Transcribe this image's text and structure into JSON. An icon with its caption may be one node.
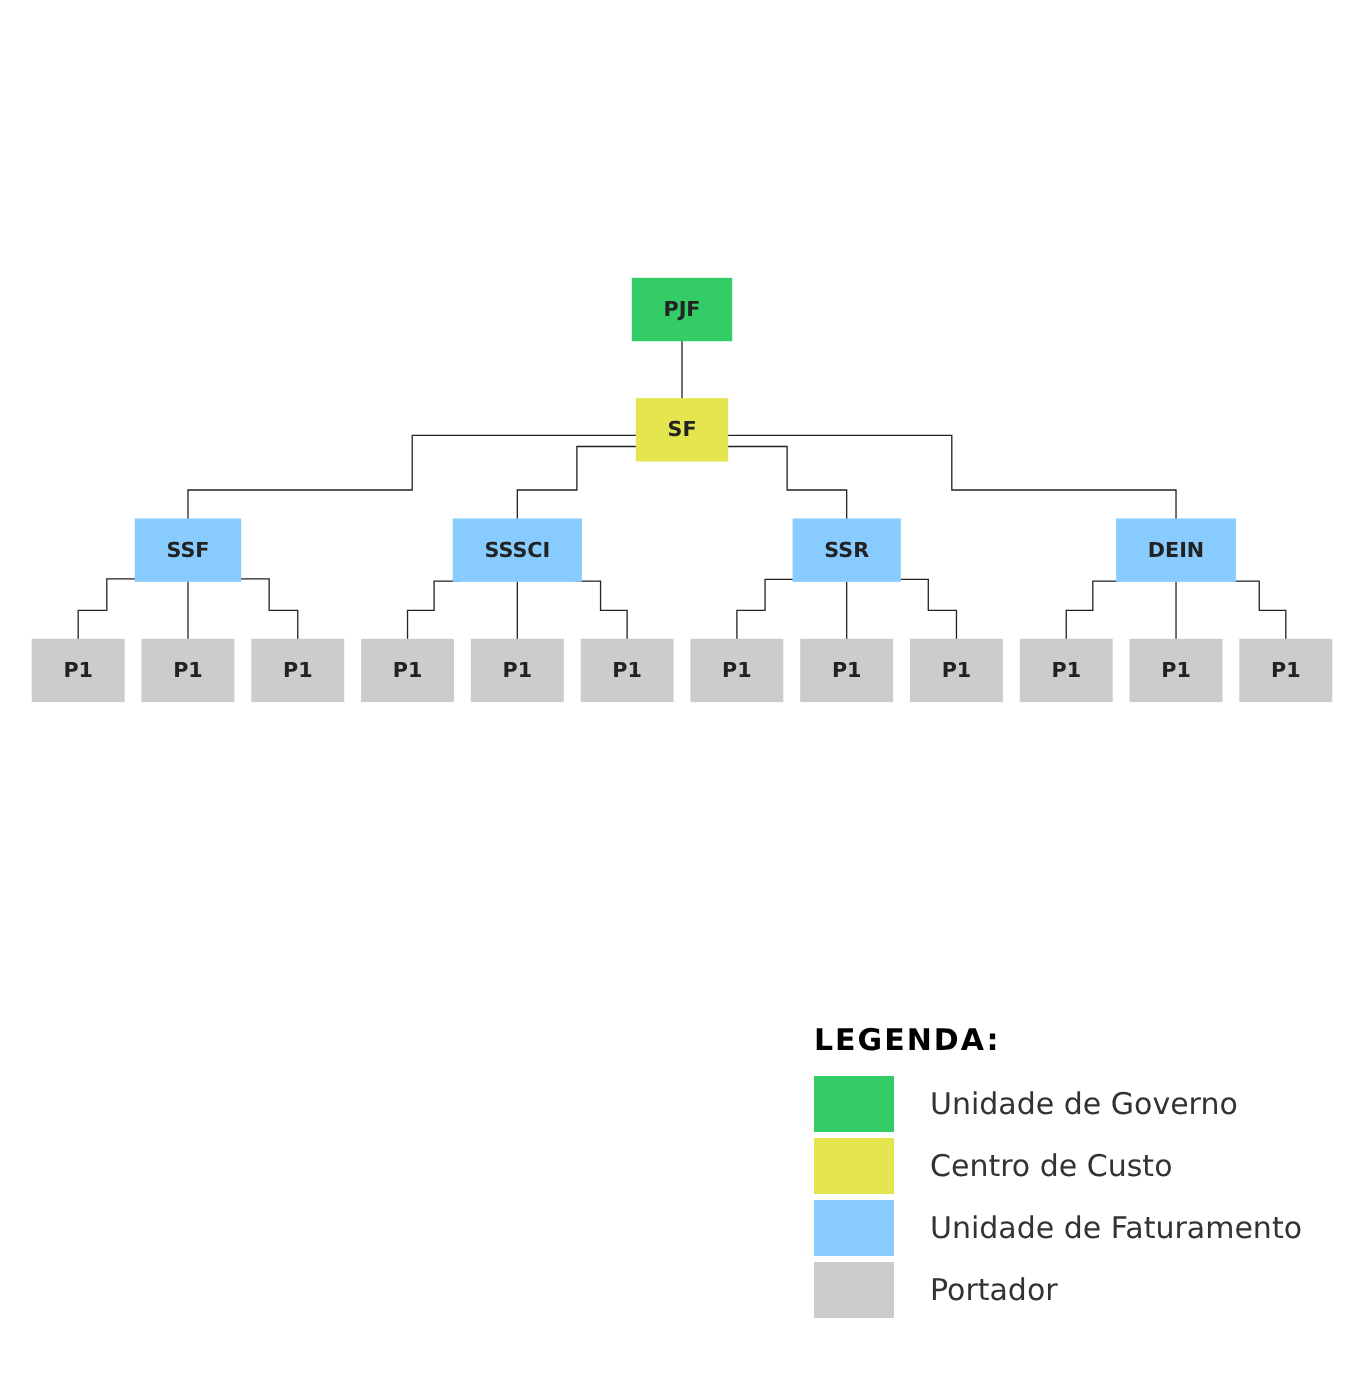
{
  "diagram": {
    "nodes": [
      {
        "text": [
          "PJF"
        ]
      },
      {
        "text": [
          "SF"
        ]
      },
      {
        "text": [
          "SSF"
        ]
      },
      {
        "text": [
          "SSSCI"
        ]
      },
      {
        "text": [
          "SSR"
        ]
      },
      {
        "text": [
          "DEIN"
        ]
      },
      {
        "text": [
          "P1"
        ]
      },
      {
        "text": [
          "P1"
        ]
      },
      {
        "text": [
          "P1"
        ]
      },
      {
        "text": [
          "P1"
        ]
      },
      {
        "text": [
          "P1"
        ]
      },
      {
        "text": [
          "P1"
        ]
      },
      {
        "text": [
          "P1"
        ]
      },
      {
        "text": [
          "P1"
        ]
      },
      {
        "text": [
          "P1"
        ]
      },
      {
        "text": [
          "P1"
        ]
      },
      {
        "text": [
          "P1"
        ]
      },
      {
        "text": [
          "P1"
        ]
      }
    ],
    "edges": [
      {
        "from": 0,
        "to": 1,
        "arrow": "none"
      },
      {
        "from": 1,
        "to": 2,
        "arrow": "none"
      },
      {
        "from": 1,
        "to": 3,
        "arrow": "none"
      },
      {
        "from": 1,
        "to": 4,
        "arrow": "none"
      },
      {
        "from": 1,
        "to": 5,
        "arrow": "none"
      },
      {
        "from": 2,
        "to": 6,
        "arrow": "none"
      },
      {
        "from": 2,
        "to": 7,
        "arrow": "none"
      },
      {
        "from": 2,
        "to": 8,
        "arrow": "none"
      },
      {
        "from": 3,
        "to": 9,
        "arrow": "none"
      },
      {
        "from": 3,
        "to": 10,
        "arrow": "none"
      },
      {
        "from": 3,
        "to": 11,
        "arrow": "none"
      },
      {
        "from": 4,
        "to": 12,
        "arrow": "none"
      },
      {
        "from": 4,
        "to": 13,
        "arrow": "none"
      },
      {
        "from": 4,
        "to": 14,
        "arrow": "none"
      },
      {
        "from": 5,
        "to": 15,
        "arrow": "none"
      },
      {
        "from": 5,
        "to": 16,
        "arrow": "none"
      },
      {
        "from": 5,
        "to": 17,
        "arrow": "none"
      }
    ],
    "labels": [
      "LEGENDA:"
    ],
    "legend": [
      {
        "text": "Unidade de Governo",
        "color": "#33cc66"
      },
      {
        "text": "Centro de Custo",
        "color": "#e5e550"
      },
      {
        "text": "Unidade de Faturamento",
        "color": "#88ccff"
      },
      {
        "text": "Portador",
        "color": "#cccccc"
      }
    ]
  }
}
